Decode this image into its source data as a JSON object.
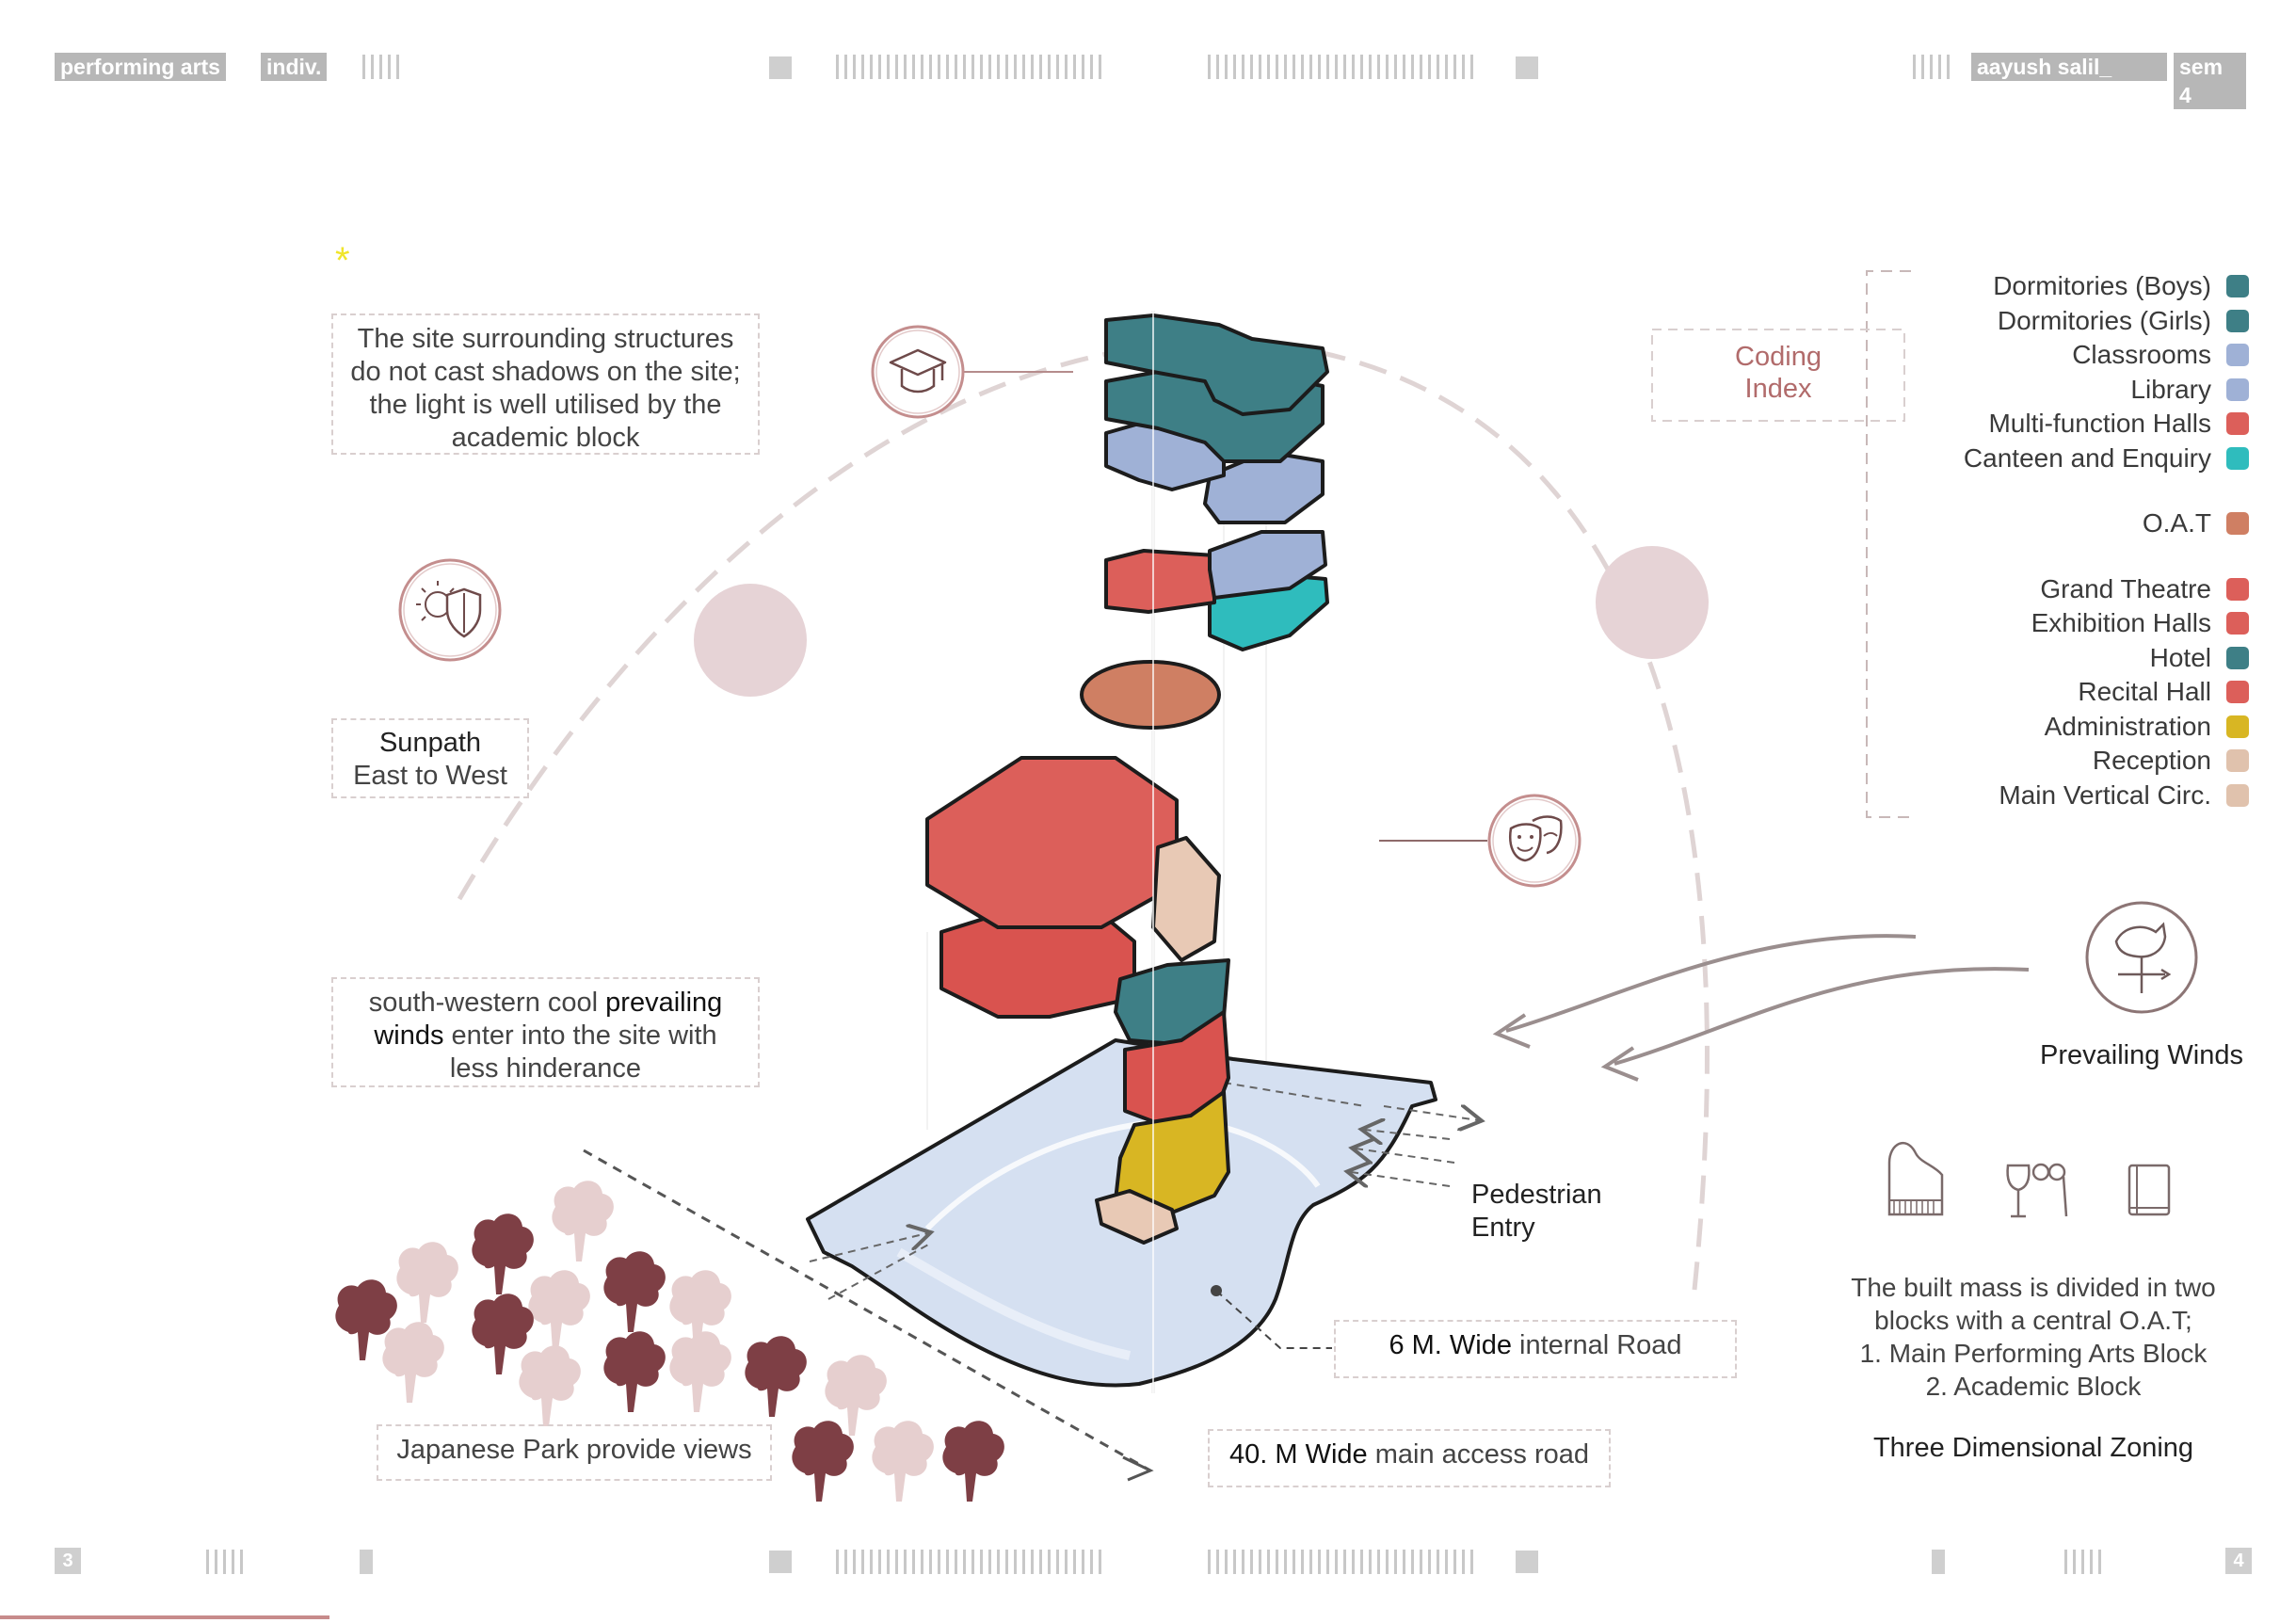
{
  "header": {
    "left_tag_1": "performing arts",
    "left_tag_2": "indiv.",
    "right_tag_1": "aayush salil_",
    "right_tag_2": "sem 4"
  },
  "footer": {
    "page_left": "3",
    "page_right": "4"
  },
  "notes": {
    "shadow": "The site surrounding structures do not cast shadows on the site; the light is well utilised by the academic block",
    "sunpath_title": "Sunpath",
    "sunpath_sub": "East to West",
    "winds_prefix": "south-western cool ",
    "winds_bold_1": "prevailing",
    "winds_bold_2": "winds",
    "winds_suffix": " enter into the site with less hinderance",
    "park": "Japanese Park provide views",
    "road_main_bold": "40. M Wide",
    "road_main_rest": " main access road",
    "road_internal_bold": "6 M. Wide",
    "road_internal_rest": " internal Road",
    "pedestrian_1": "Pedestrian",
    "pedestrian_2": "Entry",
    "prevailing_winds": "Prevailing Winds",
    "coding_1": "Coding",
    "coding_2": "Index",
    "summary": "The built mass is divided in two blocks with a central O.A.T; 1. Main Performing Arts Block 2. Academic Block",
    "summary_l1": "The built mass is divided in two",
    "summary_l2": "blocks with a central O.A.T;",
    "summary_l3": "1. Main Performing Arts Block",
    "summary_l4": "2. Academic Block",
    "zoning": "Three Dimensional Zoning",
    "asterisk": "*"
  },
  "legend": [
    {
      "label": "Dormitories (Boys)",
      "color": "#3e7f86"
    },
    {
      "label": "Dormitories (Girls)",
      "color": "#3e7f86"
    },
    {
      "label": "Classrooms",
      "color": "#9fb1d6"
    },
    {
      "label": "Library",
      "color": "#9fb1d6"
    },
    {
      "label": "Multi-function Halls",
      "color": "#dc5f5a"
    },
    {
      "label": "Canteen and Enquiry",
      "color": "#2fbcbd"
    },
    {
      "label": "O.A.T",
      "color": "#cf7f63"
    },
    {
      "label": "Grand Theatre",
      "color": "#dc5f5a"
    },
    {
      "label": "Exhibition Halls",
      "color": "#dc5f5a"
    },
    {
      "label": "Hotel",
      "color": "#3e7f86"
    },
    {
      "label": "Recital Hall",
      "color": "#dc5f5a"
    },
    {
      "label": "Administration",
      "color": "#d8b623"
    },
    {
      "label": "Reception",
      "color": "#e0c2ad"
    },
    {
      "label": "Main Vertical Circ.",
      "color": "#e0c2ad"
    }
  ],
  "icons": {
    "academic": "graduation-cap-icon",
    "shade": "sun-shield-icon",
    "theatre": "theatre-masks-icon",
    "wind": "weather-vane-icon",
    "piano": "piano-icon",
    "glasses": "wine-glasses-icon",
    "book": "book-icon"
  },
  "colors": {
    "teal": "#3e7f86",
    "blue": "#9fb1d6",
    "red": "#dc5f5a",
    "cyan": "#2fbcbd",
    "oat": "#cf7f63",
    "yellow": "#d8b623",
    "beige": "#e0c2ad",
    "maroon": "#7e3f45",
    "pink": "#e6cfcf",
    "site": "#d5e0f1"
  }
}
